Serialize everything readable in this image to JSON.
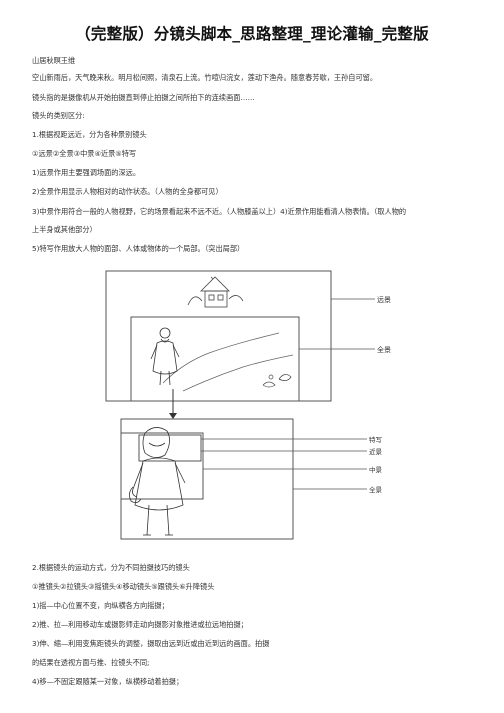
{
  "document": {
    "title": "（完整版）分镜头脚本_思路整理_理论灌输_完整版",
    "lines": [
      "山居秋暝王维",
      "空山新雨后，天气晚来秋。明月松间照，清泉石上流。竹喧归浣女，莲动下渔舟。随意春芳歇，王孙自可留。",
      "镜头指的是摄像机从开始拍摄直到停止拍摄之间所拍下的连续画面……",
      "镜头的类别区分:",
      "1.根据视距远近，分为各种景别镜头",
      "①远景②全景③中景④近景⑤特写",
      "1)远景作用主要强调场面的深远。",
      "2)全景作用显示人物相对的动作状态。（人物的全身都可见）",
      "3)中景作用符合一般的人物视野，它的场景看起来不远不近。（人物膝盖以上）4)近景作用能看清人物表情。（取人物的",
      "上半身或其他部分）",
      "5)特写作用放大人物的面部、人体或物体的一个局部。（突出局部）",
      "2.根据镜头的运动方式，分为不同拍摄技巧的镜头",
      "①推镜头②拉镜头③摇镜头④移动镜头⑤跟镜头⑥升降镜头",
      "1)摇—中心位置不变，向纵横各方向摇摄；",
      "2)推、拉—利用移动车或摄影师走动向摄影对象推进或拉远地拍摄；",
      "3)伸、缩—利用变焦距镜头的调整，摄取由远到近或由近到远的画面。拍摄",
      "的结果在透视方面与推、拉镜头不同;",
      "4)移—不固定跟随某一对象，纵横移动着拍摄；"
    ]
  },
  "figure": {
    "labels": {
      "long_shot": "远景",
      "full_shot_top": "全景",
      "close_up": "特写",
      "near_shot": "近景",
      "medium_shot": "中景",
      "full_shot_bottom": "全景"
    }
  }
}
